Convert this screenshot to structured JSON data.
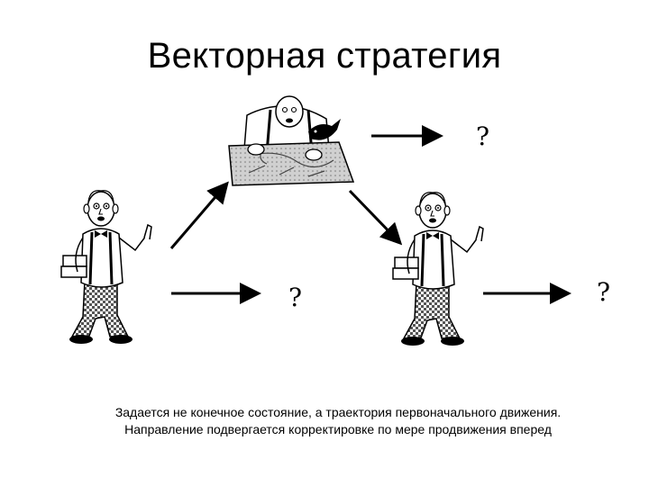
{
  "slide": {
    "title": "Векторная стратегия",
    "question_marks": [
      "?",
      "?",
      "?"
    ],
    "caption": {
      "line1": "Задается не конечное состояние, а траектория первоначального движения.",
      "line2": "Направление подвергается корректировке по мере продвижения вперед"
    },
    "colors": {
      "ink": "#000000",
      "background": "#ffffff",
      "map": "#c8c8c8"
    }
  }
}
